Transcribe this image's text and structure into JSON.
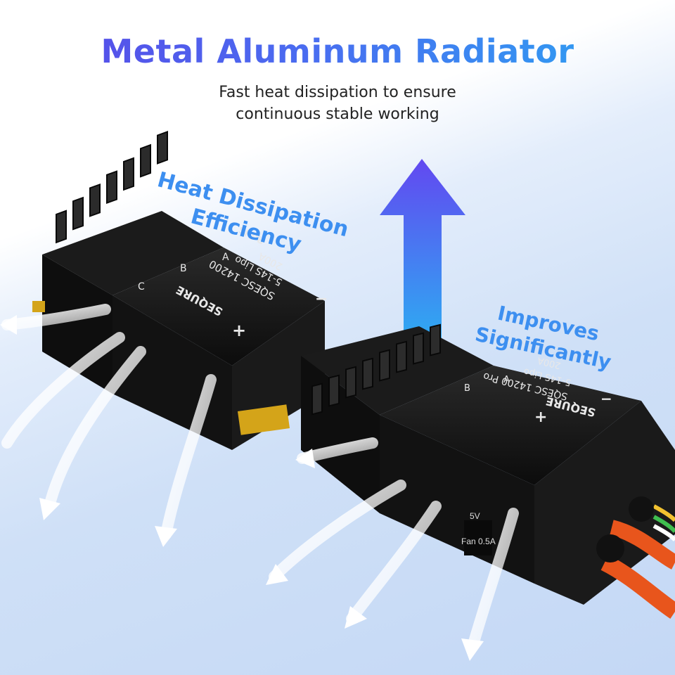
{
  "heading": {
    "title": "Metal Aluminum Radiator",
    "subtitle_line1": "Fast heat dissipation to ensure",
    "subtitle_line2": "continuous stable working"
  },
  "callouts": {
    "left_line1": "Heat Dissipation",
    "left_line2": "Efficiency",
    "right_line1": "Improves",
    "right_line2": "Significantly"
  },
  "esc_left": {
    "brand": "SEQURE",
    "model": "SQESC 14200",
    "voltage": "5-14S Lipo",
    "current": "200A",
    "rohs": "RoHS",
    "phase_a": "A",
    "phase_b": "B",
    "phase_c": "C",
    "minus": "−",
    "plus": "+"
  },
  "esc_right": {
    "brand": "SEQURE",
    "model": "SQESC 14200 Pro",
    "voltage": "5-14S Lipo",
    "current": "200A",
    "rohs": "RoHS",
    "phase_a": "A",
    "phase_b": "B",
    "minus": "−",
    "plus": "+",
    "fan_voltage": "5V",
    "fan_current": "Fan 0.5A"
  },
  "colors": {
    "title_gradient_start": "#5a46e6",
    "title_gradient_end": "#2aa7f2",
    "callout": "#3d8ff0",
    "arrow_top": "#5b3ff0",
    "arrow_bottom": "#22aef2",
    "device": "#141414",
    "wire": "#e8551c"
  },
  "icons": {
    "up_arrow": "up-arrow-icon",
    "airflow": "airflow-arrow-icon",
    "brand_logo": "sequre-logo-icon"
  }
}
